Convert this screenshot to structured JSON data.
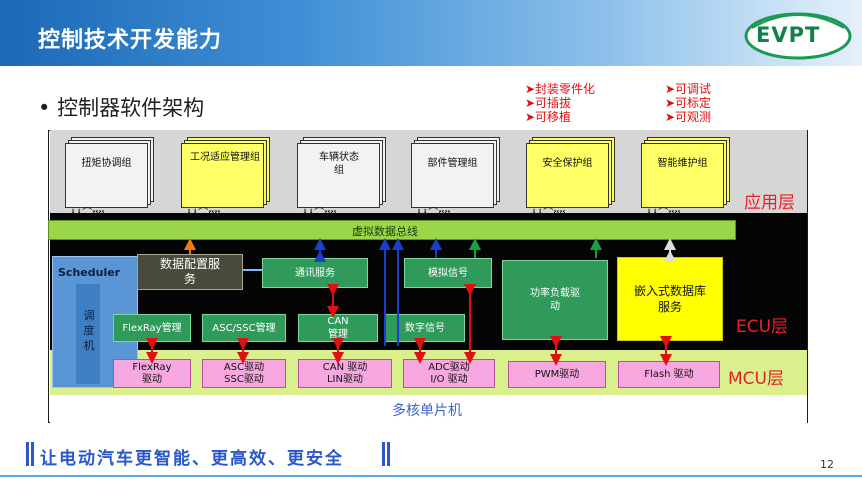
{
  "header": {
    "title": "控制技术开发能力",
    "logo_text": "EVPT"
  },
  "bullet": {
    "marker": "•",
    "title": "控制器软件架构"
  },
  "features_left": [
    "➤封装零件化",
    "➤可插拔",
    "➤可移植"
  ],
  "features_right": [
    "➤可调试",
    "➤可标定",
    "➤可观测"
  ],
  "layers": {
    "app": "应用层",
    "ecu": "ECU层",
    "mcu": "MCU层",
    "chip": "多核单片机"
  },
  "app_components": [
    {
      "label": "扭矩协调组"
    },
    {
      "label": "工况适应管理组"
    },
    {
      "label": "车辆状态组"
    },
    {
      "label": "部件管理组"
    },
    {
      "label": "安全保护组"
    },
    {
      "label": "智能维护组"
    }
  ],
  "connector_glyphs": "⅄⅄⌒ʊʊ",
  "bus": {
    "label": "虚拟数据总线"
  },
  "ecu": {
    "scheduler": "Scheduler",
    "scheduler_cn": "调度机",
    "data_config": "数据配置服务",
    "comm_service": "通讯服务",
    "analog_signal": "模拟信号",
    "power_driver": "功率负载驱动",
    "embedded_db": "嵌入式数据库服务",
    "flexray_mgmt": "FlexRay管理",
    "asc_ssc_mgmt": "ASC/SSC管理",
    "can_mgmt": "CAN管理",
    "digital_signal": "数字信号"
  },
  "mcu": {
    "flexray": "FlexRay驱动",
    "asc": "ASC驱动SSC驱动",
    "can": "CAN 驱动LIN驱动",
    "adc": "ADC驱动I/O 驱动",
    "pwm": "PWM驱动",
    "flash": "Flash 驱动"
  },
  "colors": {
    "accent_blue": "#1c69b6",
    "arrow_red": "#e01010",
    "arrow_blue": "#1a3fd0",
    "arrow_green": "#18a048",
    "arrow_orange": "#f07a10"
  },
  "footer": {
    "slogan": "让电动汽车更智能、更高效、更安全",
    "page": "12"
  }
}
